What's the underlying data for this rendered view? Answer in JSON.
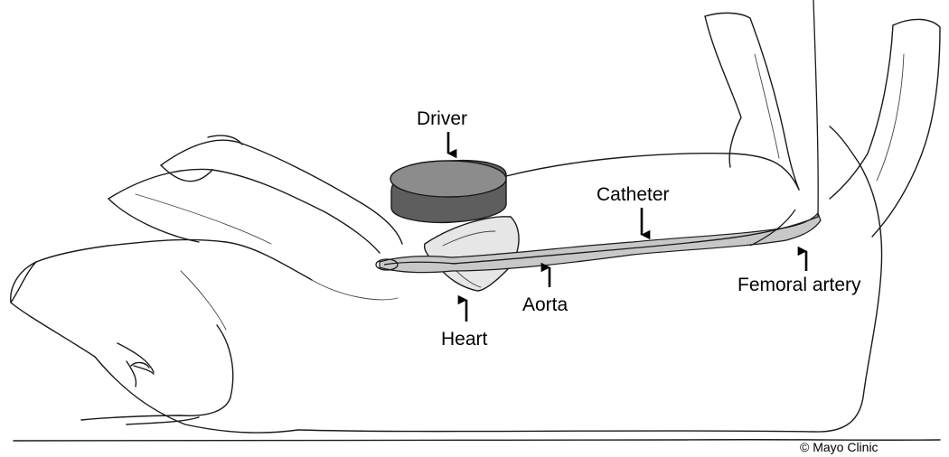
{
  "labels": {
    "driver": "Driver",
    "catheter": "Catheter",
    "femoral_artery": "Femoral artery",
    "heart": "Heart",
    "aorta": "Aorta"
  },
  "copyright": "© Mayo Clinic",
  "colors": {
    "line": "#1a1a1a",
    "vessel_fill": "#c8c8c8",
    "driver_top": "#8c8c8c",
    "driver_side": "#5e5e5e",
    "background": "#ffffff"
  }
}
